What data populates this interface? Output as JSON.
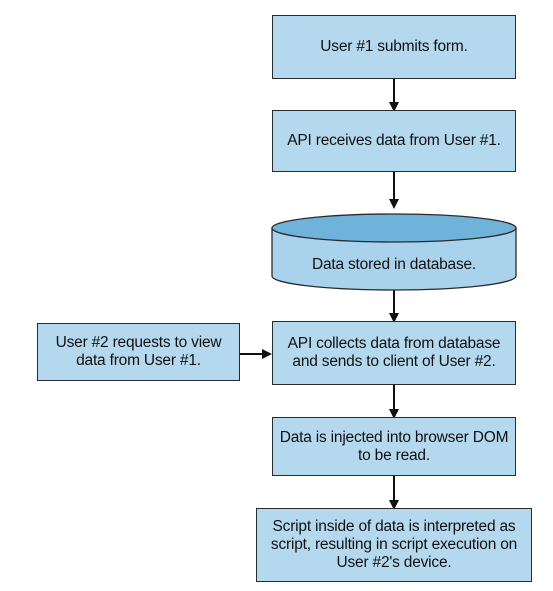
{
  "colors": {
    "box_fill": "#b4d8ee",
    "cylinder_top": "#6fb3da",
    "cylinder_body": "#a9d2ec",
    "border": "#2b2b2b",
    "arrow": "#111111"
  },
  "nodes": {
    "submit_form": "User #1 submits form.",
    "api_receives": "API receives data from User #1.",
    "database": "Data stored in database.",
    "api_collects": "API collects data from database and sends to client of User #2.",
    "user2_request": "User #2 requests to view data from User #1.",
    "dom_inject": "Data is injected into browser DOM to be read.",
    "script_exec": "Script inside of data is interpreted as script, resulting in script execution on User #2's device."
  }
}
